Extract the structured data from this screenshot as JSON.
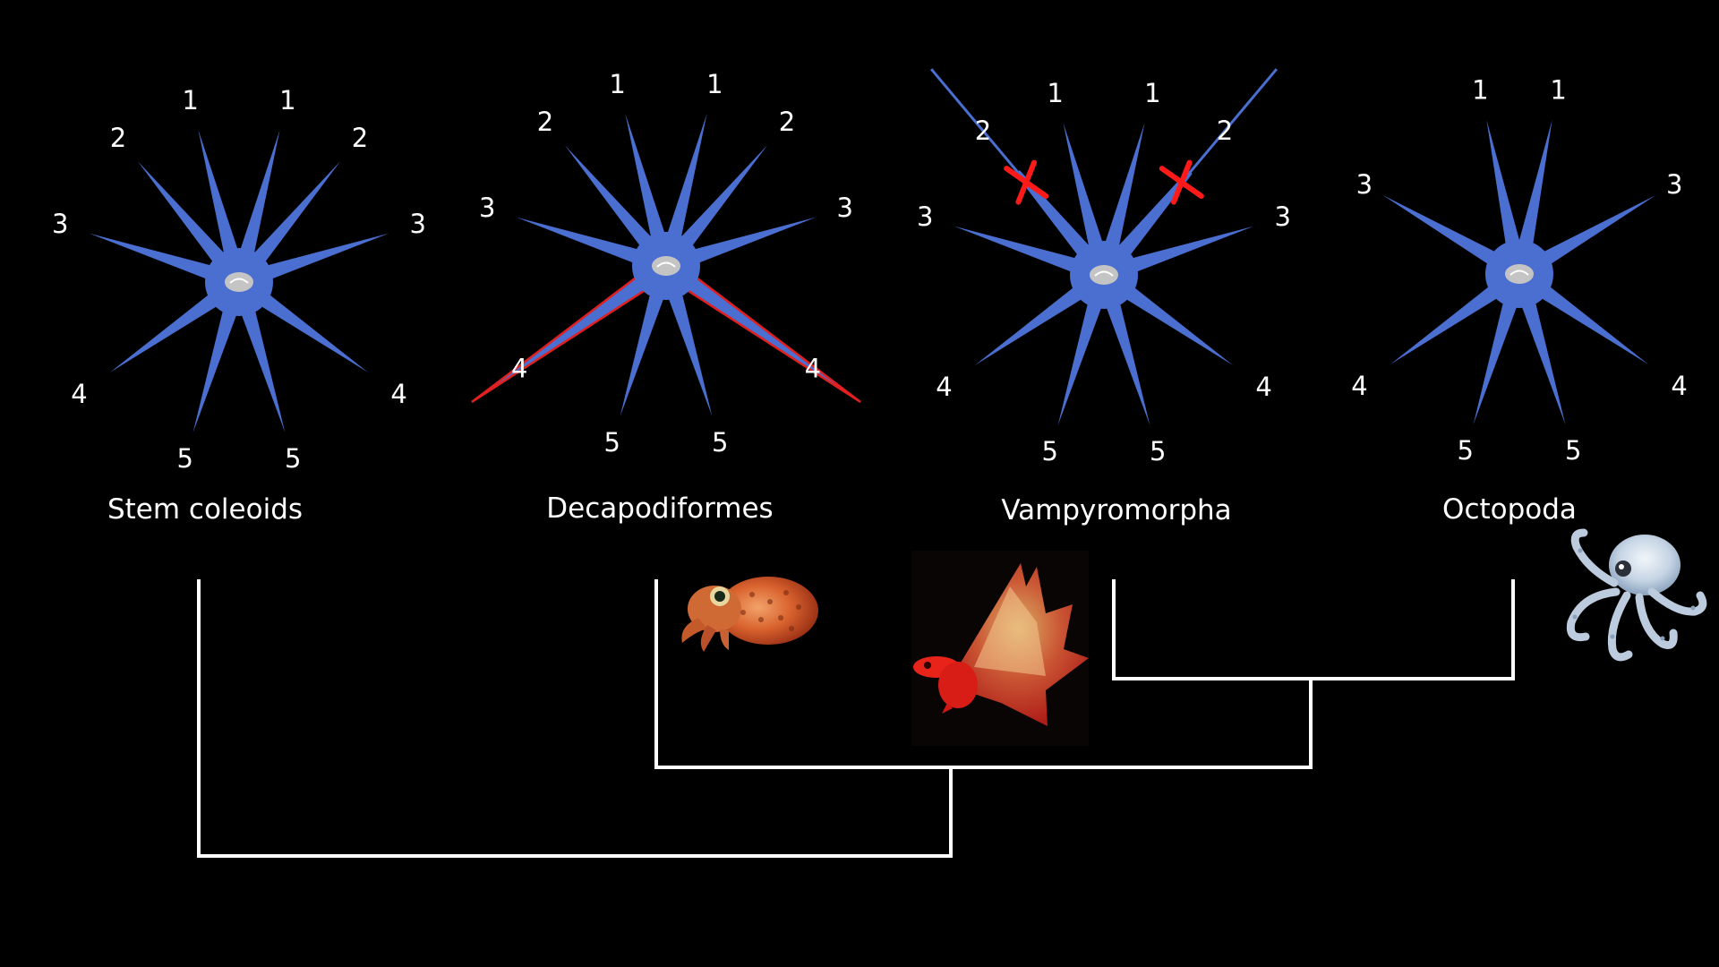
{
  "groups": [
    {
      "name": "Stem coleoids",
      "arms": [
        {
          "label": "1",
          "side": "left",
          "state": "normal"
        },
        {
          "label": "1",
          "side": "right",
          "state": "normal"
        },
        {
          "label": "2",
          "side": "left",
          "state": "normal"
        },
        {
          "label": "2",
          "side": "right",
          "state": "normal"
        },
        {
          "label": "3",
          "side": "left",
          "state": "normal"
        },
        {
          "label": "3",
          "side": "right",
          "state": "normal"
        },
        {
          "label": "4",
          "side": "left",
          "state": "normal"
        },
        {
          "label": "4",
          "side": "right",
          "state": "normal"
        },
        {
          "label": "5",
          "side": "left",
          "state": "normal"
        },
        {
          "label": "5",
          "side": "right",
          "state": "normal"
        }
      ]
    },
    {
      "name": "Decapodiformes",
      "arms": [
        {
          "label": "1",
          "side": "left",
          "state": "normal"
        },
        {
          "label": "1",
          "side": "right",
          "state": "normal"
        },
        {
          "label": "2",
          "side": "left",
          "state": "normal"
        },
        {
          "label": "2",
          "side": "right",
          "state": "normal"
        },
        {
          "label": "3",
          "side": "left",
          "state": "normal"
        },
        {
          "label": "3",
          "side": "right",
          "state": "normal"
        },
        {
          "label": "4",
          "side": "left",
          "state": "tentacle"
        },
        {
          "label": "4",
          "side": "right",
          "state": "tentacle"
        },
        {
          "label": "5",
          "side": "left",
          "state": "normal"
        },
        {
          "label": "5",
          "side": "right",
          "state": "normal"
        }
      ]
    },
    {
      "name": "Vampyromorpha",
      "arms": [
        {
          "label": "1",
          "side": "left",
          "state": "normal"
        },
        {
          "label": "1",
          "side": "right",
          "state": "normal"
        },
        {
          "label": "2",
          "side": "left",
          "state": "filament"
        },
        {
          "label": "2",
          "side": "right",
          "state": "filament"
        },
        {
          "label": "3",
          "side": "left",
          "state": "normal"
        },
        {
          "label": "3",
          "side": "right",
          "state": "normal"
        },
        {
          "label": "4",
          "side": "left",
          "state": "normal"
        },
        {
          "label": "4",
          "side": "right",
          "state": "normal"
        },
        {
          "label": "5",
          "side": "left",
          "state": "normal"
        },
        {
          "label": "5",
          "side": "right",
          "state": "normal"
        }
      ]
    },
    {
      "name": "Octopoda",
      "arms": [
        {
          "label": "1",
          "side": "left",
          "state": "normal"
        },
        {
          "label": "1",
          "side": "right",
          "state": "normal"
        },
        {
          "label": "3",
          "side": "left",
          "state": "normal"
        },
        {
          "label": "3",
          "side": "right",
          "state": "normal"
        },
        {
          "label": "4",
          "side": "left",
          "state": "normal"
        },
        {
          "label": "4",
          "side": "right",
          "state": "normal"
        },
        {
          "label": "5",
          "side": "left",
          "state": "normal"
        },
        {
          "label": "5",
          "side": "right",
          "state": "normal"
        }
      ]
    }
  ],
  "tree": {
    "topology": "(Stem coleoids,(Decapodiformes,(Vampyromorpha,Octopoda)))"
  },
  "photos": [
    {
      "icon": "bobtail-squid-photo-icon"
    },
    {
      "icon": "vampire-squid-photo-icon"
    },
    {
      "icon": "octopus-photo-icon"
    }
  ],
  "colors": {
    "background": "#000000",
    "arm": "#4a6fd0",
    "mouth": "#c4c4c4",
    "tentacle_outline": "#e02020",
    "lost_arm_mark": "#ff1a1a",
    "filament": "#4a6fd0",
    "text": "#ffffff",
    "tree": "#ffffff"
  }
}
